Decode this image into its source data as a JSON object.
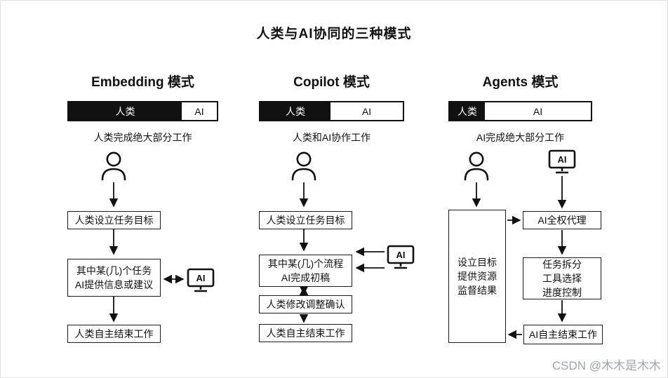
{
  "title": "人类与AI协同的三种模式",
  "watermark": "CSDN @木木是木木",
  "labels": {
    "ai": "AI"
  },
  "columns": [
    {
      "header": "Embedding 模式",
      "bar": {
        "human": "人类",
        "ai": "AI"
      },
      "caption": "人类完成绝大部分工作",
      "step1": "人类设立任务目标",
      "step2_line1": "其中某(几)个任务",
      "step2_line2": "AI提供信息或建议",
      "step3": "人类自主结束工作"
    },
    {
      "header": "Copilot 模式",
      "bar": {
        "human": "人类",
        "ai": "AI"
      },
      "caption": "人类和AI协作工作",
      "step1": "人类设立任务目标",
      "step2_line1": "其中某(几)个流程",
      "step2_line2": "AI完成初稿",
      "step3": "人类修改调整确认",
      "step4": "人类自主结束工作"
    },
    {
      "header": "Agents 模式",
      "bar": {
        "human": "人类",
        "ai": "AI"
      },
      "caption": "AI完成绝大部分工作",
      "left_line1": "设立目标",
      "left_line2": "提供资源",
      "left_line3": "监督结果",
      "step1": "AI全权代理",
      "step2_line1": "任务拆分",
      "step2_line2": "工具选择",
      "step2_line3": "进度控制",
      "step3": "AI自主结束工作"
    }
  ]
}
